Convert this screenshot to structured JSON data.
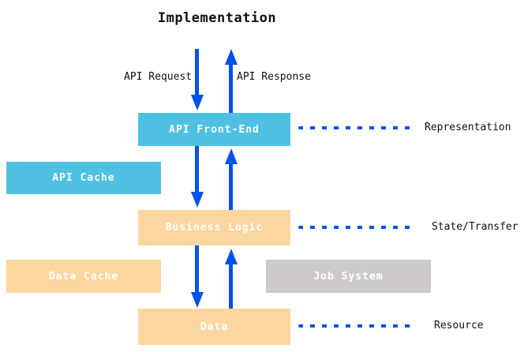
{
  "title": "Implementation",
  "arrow_labels": {
    "request": "API Request",
    "response": "API Response"
  },
  "boxes": {
    "api_front_end": "API Front-End",
    "api_cache": "API Cache",
    "business_logic": "Business Logic",
    "data_cache": "Data Cache",
    "job_system": "Job System",
    "data": "Data"
  },
  "layer_labels": {
    "representation": "Representation",
    "state_transfer": "State/Transfer",
    "resource": "Resource"
  },
  "colors": {
    "blue_box": "#4EC1E3",
    "orange_box": "#FCD6A0",
    "gray_box": "#CDC9CD",
    "arrow_blue": "#0551EC",
    "box_text": "#FFFFFF",
    "text_dark": "#111111"
  }
}
